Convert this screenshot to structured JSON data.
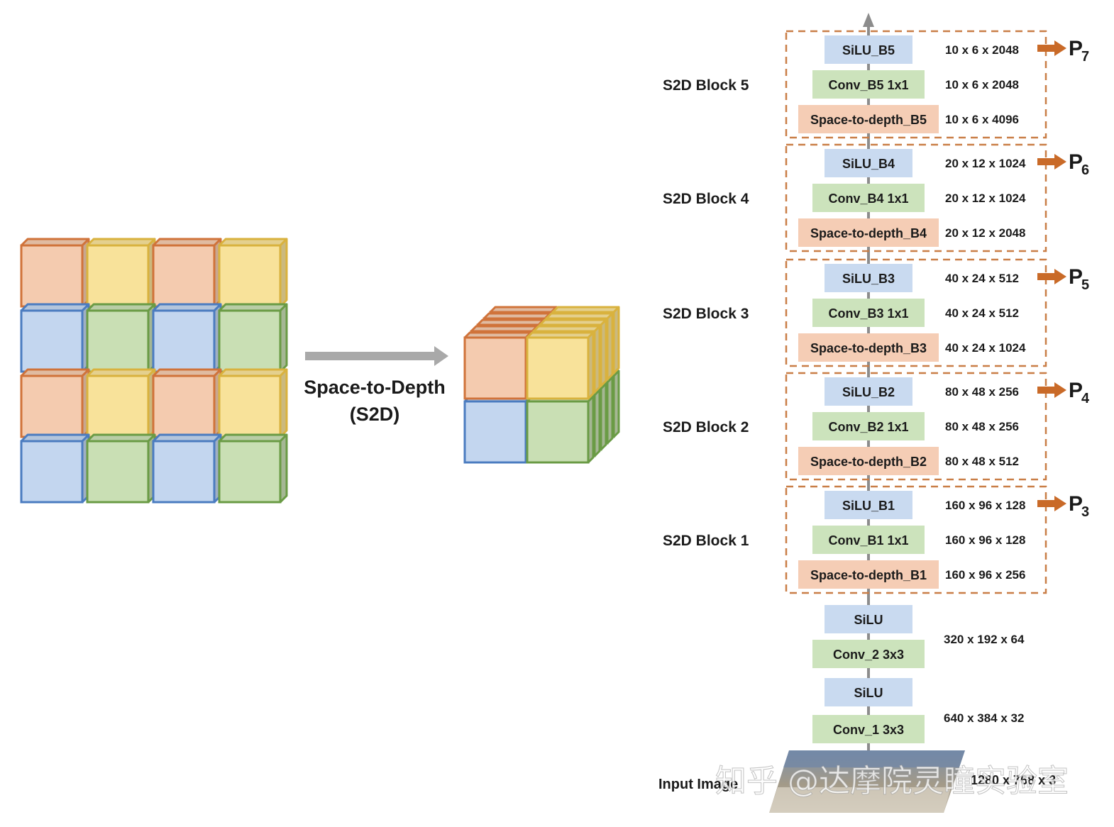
{
  "s2d": {
    "label_line1": "Space-to-Depth",
    "label_line2": "(S2D)"
  },
  "colors": {
    "orange_fill": "#F4CBAF",
    "orange_edge": "#D0733A",
    "yellow_fill": "#F8E29A",
    "yellow_edge": "#D9B23E",
    "blue_fill": "#C3D6EF",
    "blue_edge": "#4B7CC0",
    "green_fill": "#C9DFB4",
    "green_edge": "#6A9B45",
    "block_border": "#C97E47",
    "p_arrow": "#C96A28",
    "silu_box": "#C9DAF0",
    "conv_box": "#CCE3BC",
    "s2d_box": "#F5CDB5"
  },
  "network": {
    "blocks": [
      {
        "name": "S2D Block 5",
        "out": "P",
        "out_sub": "7",
        "layers": [
          {
            "label": "SiLU_B5",
            "kind": "silu",
            "dims": "10 x 6 x 2048"
          },
          {
            "label": "Conv_B5 1x1",
            "kind": "conv",
            "dims": "10 x 6 x 2048"
          },
          {
            "label": "Space-to-depth_B5",
            "kind": "s2d",
            "dims": "10 x 6 x 4096"
          }
        ]
      },
      {
        "name": "S2D Block 4",
        "out": "P",
        "out_sub": "6",
        "layers": [
          {
            "label": "SiLU_B4",
            "kind": "silu",
            "dims": "20 x 12 x 1024"
          },
          {
            "label": "Conv_B4 1x1",
            "kind": "conv",
            "dims": "20 x 12 x 1024"
          },
          {
            "label": "Space-to-depth_B4",
            "kind": "s2d",
            "dims": "20 x 12 x 2048"
          }
        ]
      },
      {
        "name": "S2D Block 3",
        "out": "P",
        "out_sub": "5",
        "layers": [
          {
            "label": "SiLU_B3",
            "kind": "silu",
            "dims": "40 x 24 x 512"
          },
          {
            "label": "Conv_B3 1x1",
            "kind": "conv",
            "dims": "40 x 24 x 512"
          },
          {
            "label": "Space-to-depth_B3",
            "kind": "s2d",
            "dims": "40 x 24 x 1024"
          }
        ]
      },
      {
        "name": "S2D Block 2",
        "out": "P",
        "out_sub": "4",
        "layers": [
          {
            "label": "SiLU_B2",
            "kind": "silu",
            "dims": "80 x 48 x 256"
          },
          {
            "label": "Conv_B2 1x1",
            "kind": "conv",
            "dims": "80 x 48 x 256"
          },
          {
            "label": "Space-to-depth_B2",
            "kind": "s2d",
            "dims": "80 x 48 x 512"
          }
        ]
      },
      {
        "name": "S2D Block 1",
        "out": "P",
        "out_sub": "3",
        "layers": [
          {
            "label": "SiLU_B1",
            "kind": "silu",
            "dims": "160 x 96 x 128"
          },
          {
            "label": "Conv_B1 1x1",
            "kind": "conv",
            "dims": "160 x 96 x 128"
          },
          {
            "label": "Space-to-depth_B1",
            "kind": "s2d",
            "dims": "160 x 96 x 256"
          }
        ]
      }
    ],
    "stem": [
      {
        "label": "SiLU",
        "kind": "silu"
      },
      {
        "label": "Conv_2 3x3",
        "kind": "conv"
      },
      {
        "label": "SiLU",
        "kind": "silu"
      },
      {
        "label": "Conv_1 3x3",
        "kind": "conv"
      }
    ],
    "stem_dims": [
      "320 x 192 x 64",
      "640 x 384 x 32"
    ],
    "input_label": "Input Image",
    "input_dims": "1280 x 768 x 3"
  },
  "watermark": "知乎 @达摩院灵瞳实验室"
}
